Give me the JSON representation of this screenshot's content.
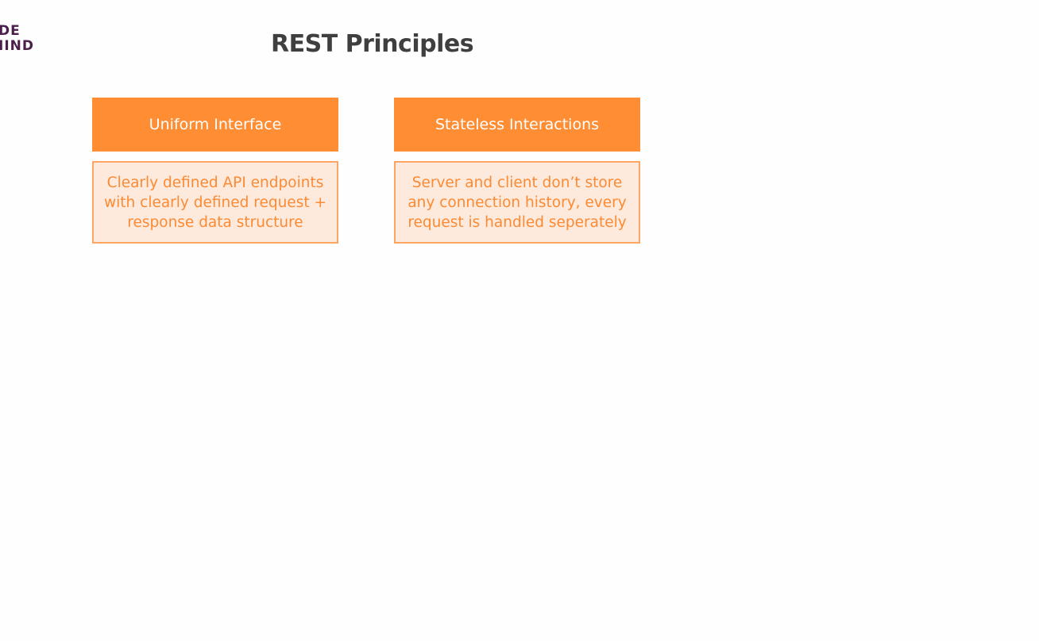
{
  "logo": {
    "line1": "DE",
    "line2": "IIND"
  },
  "slide": {
    "title": "REST Principles"
  },
  "principles": [
    {
      "heading": "Uniform Interface",
      "description": "Clearly defined API endpoints with clearly defined request + response data structure"
    },
    {
      "heading": "Stateless Interactions",
      "description": "Server and client don’t store any connection history, every request is handled seperately"
    }
  ],
  "colors": {
    "accent": "#fe8d33",
    "card_body_bg": "#feeadd",
    "card_border": "#fda564",
    "title_text": "#3f3f3f",
    "logo_text": "#4a1f4a"
  }
}
